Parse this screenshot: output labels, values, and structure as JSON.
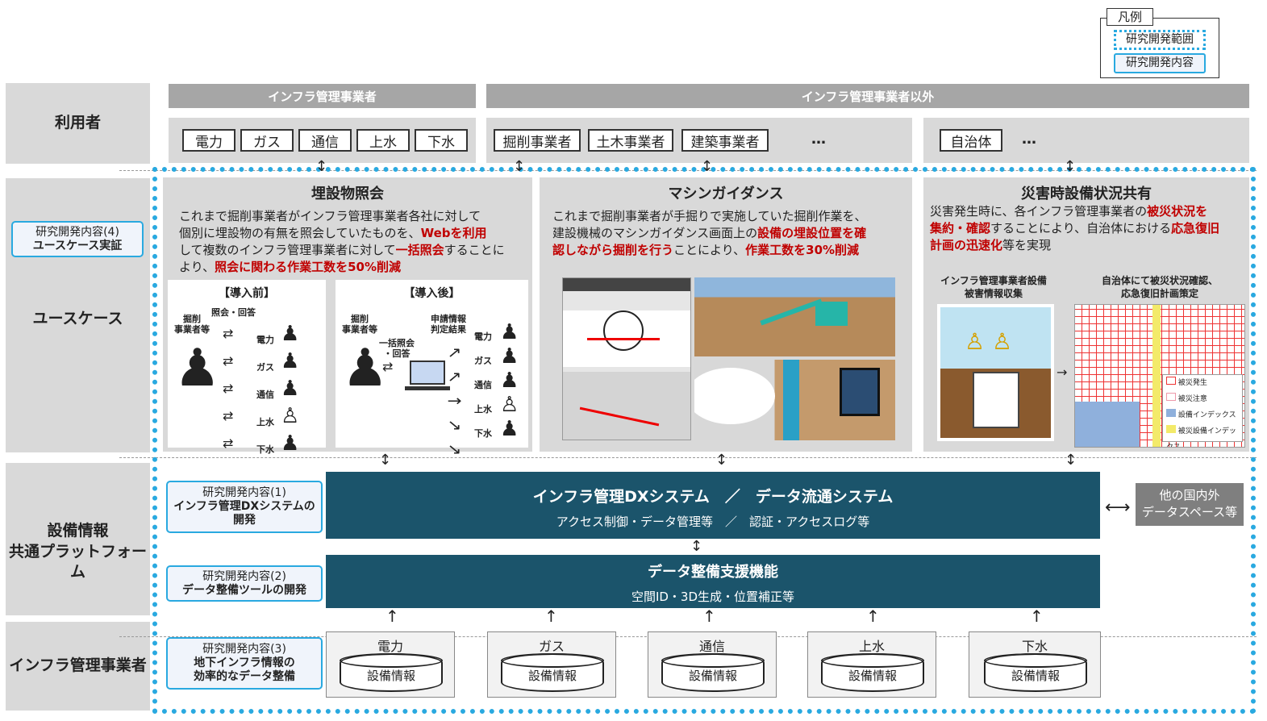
{
  "legend": {
    "title": "凡例",
    "item1": "研究開発範囲",
    "item2": "研究開発内容"
  },
  "rows": {
    "users": "利用者",
    "usecase": "ユースケース",
    "platform_l1": "設備情報",
    "platform_l2": "共通プラットフォーム",
    "operators": "インフラ管理事業者"
  },
  "headers": {
    "infra": "インフラ管理事業者",
    "non_infra": "インフラ管理事業者以外"
  },
  "user_tags": {
    "infra": [
      "電力",
      "ガス",
      "通信",
      "上水",
      "下水"
    ],
    "non_infra": [
      "掘削事業者",
      "土木事業者",
      "建築事業者"
    ],
    "dots": "…",
    "gov": "自治体"
  },
  "rd4": {
    "l1": "研究開発内容(4)",
    "l2": "ユースケース実証"
  },
  "rd1": {
    "l1": "研究開発内容(1)",
    "l2": "インフラ管理DXシステムの",
    "l3": "開発"
  },
  "rd2": {
    "l1": "研究開発内容(2)",
    "l2": "データ整備ツールの開発"
  },
  "rd3": {
    "l1": "研究開発内容(3)",
    "l2": "地下インフラ情報の",
    "l3": "効率的なデータ整備"
  },
  "uc1": {
    "title": "埋設物照会",
    "t1": "これまで掘削事業者がインフラ管理事業者各社に対して",
    "t2": "個別に埋設物の有無を照会していたものを、",
    "t2r": "Webを利用",
    "t3": "して複数のインフラ管理事業者に対して",
    "t3r": "一括照会",
    "t3b": "することに",
    "t4": "より、",
    "t4r": "照会に関わる作業工数を50%削減",
    "before": "【導入前】",
    "after": "【導入後】",
    "digger": "掘削\n事業者等",
    "qa": "照会・回答",
    "bulk": "一括照会\n・回答",
    "apply": "申請情報\n判定結果",
    "utils": [
      "電力",
      "ガス",
      "通信",
      "上水",
      "下水"
    ]
  },
  "uc2": {
    "title": "マシンガイダンス",
    "t1": "これまで掘削事業者が手掘りで実施していた掘削作業を、",
    "t2": "建設機械のマシンガイダンス画面上の",
    "t2r": "設備の埋設位置を確",
    "t3r": "認しながら掘削を行う",
    "t3": "ことにより、",
    "t3r2": "作業工数を30%削減"
  },
  "uc3": {
    "title": "災害時設備状況共有",
    "t1": "災害発生時に、各インフラ管理事業者の",
    "t1r": "被災状況を",
    "t2r": "集約・確認",
    "t2": "することにより、自治体における",
    "t2r2": "応急復旧",
    "t3r": "計画の迅速化",
    "t3": "等を実現",
    "cap1a": "インフラ管理事業者設備",
    "cap1b": "被害情報収集",
    "cap2a": "自治体にて被災状況確認、",
    "cap2b": "応急復旧計画策定",
    "map_legend": [
      "被災発生",
      "被災注意",
      "設備インデックス",
      "被災設備インデックス"
    ]
  },
  "dx": {
    "title": "インフラ管理DXシステム　／　データ流通システム",
    "sub": "アクセス制御・データ管理等　／　認証・アクセスログ等"
  },
  "other_ds": {
    "l1": "他の国内外",
    "l2": "データスペース等"
  },
  "prep": {
    "title": "データ整備支援機能",
    "sub": "空間ID・3D生成・位置補正等"
  },
  "db": {
    "utils": [
      "電力",
      "ガス",
      "通信",
      "上水",
      "下水"
    ],
    "label": "設備情報"
  },
  "colors": {
    "navy": "#1b546b",
    "cyan": "#29a9e0",
    "red": "#c00000",
    "gray": "#d9d9d9",
    "header": "#a6a6a6"
  }
}
